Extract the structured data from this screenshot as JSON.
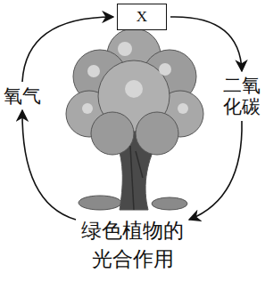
{
  "diagram": {
    "nodes": [
      {
        "text": [
          "X"
        ]
      },
      {
        "text": [
          "氧气"
        ]
      },
      {
        "text": [
          "二氧 化碳"
        ]
      },
      {
        "text": [
          "绿色植物的 光合作用"
        ]
      }
    ],
    "edges": [
      {
        "from": 0,
        "to": 2,
        "arrow": "to"
      },
      {
        "from": 2,
        "to": 3,
        "arrow": "to"
      },
      {
        "from": 3,
        "to": 1,
        "arrow": "to"
      },
      {
        "from": 1,
        "to": 0,
        "arrow": "to"
      }
    ]
  }
}
